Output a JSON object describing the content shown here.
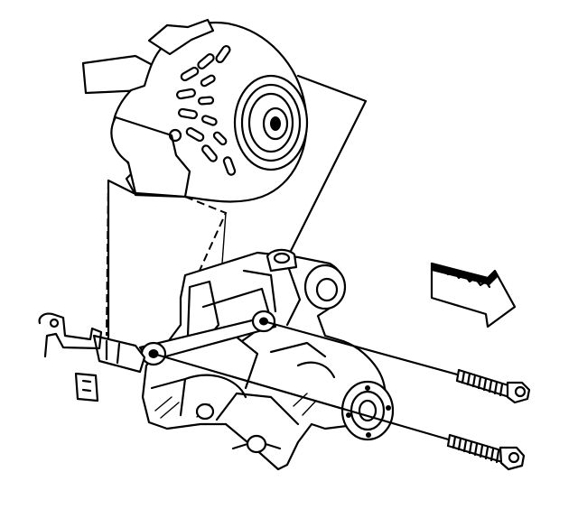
{
  "diagram": {
    "parts": [
      "alternator",
      "pulley",
      "alternator-mounting-bracket",
      "engine-block",
      "water-pump-hub",
      "brace",
      "clip",
      "mounting-bolt-upper",
      "mounting-bolt-lower"
    ],
    "direction_arrow": "front-of-vehicle-arrow",
    "colors": {
      "line": "#000000",
      "background": "#ffffff"
    }
  }
}
